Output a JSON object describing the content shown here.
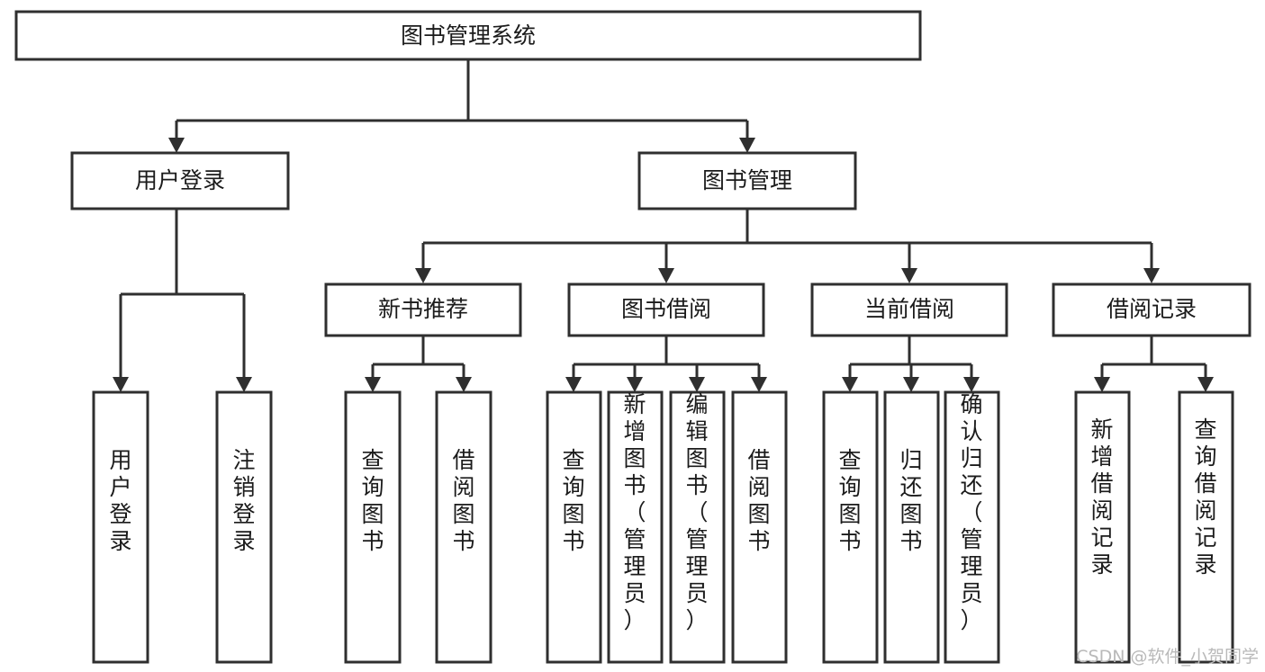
{
  "diagram": {
    "type": "tree-hierarchy",
    "title": "图书管理系统",
    "orientation": "top-down",
    "colors": {
      "stroke": "#2f2f2f",
      "box_fill": "#ffffff",
      "text": "#1b1b1b",
      "background": "#ffffff",
      "watermark": "#b9b9b9"
    },
    "levels": 4
  },
  "root": {
    "label": "图书管理系统"
  },
  "level2": [
    {
      "label": "用户登录"
    },
    {
      "label": "图书管理"
    }
  ],
  "level3": [
    {
      "label": "新书推荐"
    },
    {
      "label": "图书借阅"
    },
    {
      "label": "当前借阅"
    },
    {
      "label": "借阅记录"
    }
  ],
  "leaves": {
    "user_login": [
      {
        "label": "用户登录"
      },
      {
        "label": "注销登录"
      }
    ],
    "new_book_recommend": [
      {
        "label": "查询图书"
      },
      {
        "label": "借阅图书"
      }
    ],
    "book_borrow": [
      {
        "label": "查询图书"
      },
      {
        "label": "新增图书（管理员）"
      },
      {
        "label": "编辑图书（管理员）"
      },
      {
        "label": "借阅图书"
      }
    ],
    "current_borrow": [
      {
        "label": "查询图书"
      },
      {
        "label": "归还图书"
      },
      {
        "label": "确认归还（管理员）"
      }
    ],
    "borrow_record": [
      {
        "label": "新增借阅记录"
      },
      {
        "label": "查询借阅记录"
      }
    ]
  },
  "watermark": {
    "text": "CSDN @软件_小贺同学"
  }
}
